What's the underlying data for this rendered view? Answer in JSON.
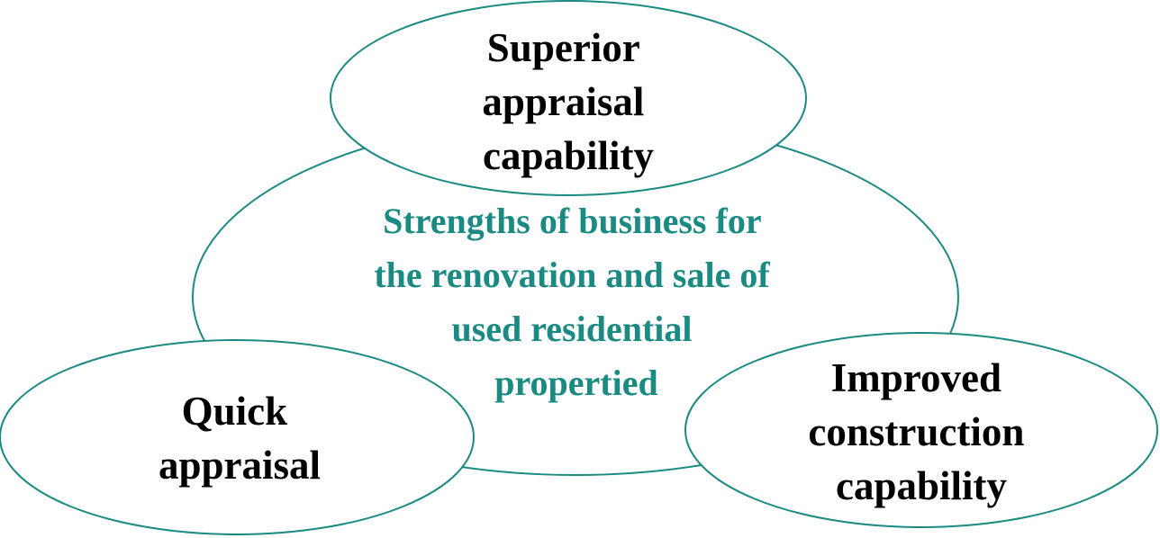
{
  "colors": {
    "outline": "#1a8a82",
    "center_text": "#1a8a82",
    "bubble_text": "#000000",
    "fill": "#ffffff"
  },
  "center": {
    "lines": [
      "Strengths of business for",
      "the renovation and sale of",
      "used residential",
      "propertied"
    ]
  },
  "bubbles": {
    "top": {
      "lines": [
        "Superior",
        "appraisal",
        "capability"
      ]
    },
    "left": {
      "lines": [
        "Quick",
        "appraisal"
      ]
    },
    "right": {
      "lines": [
        "Improved",
        "construction",
        "capability"
      ]
    }
  }
}
